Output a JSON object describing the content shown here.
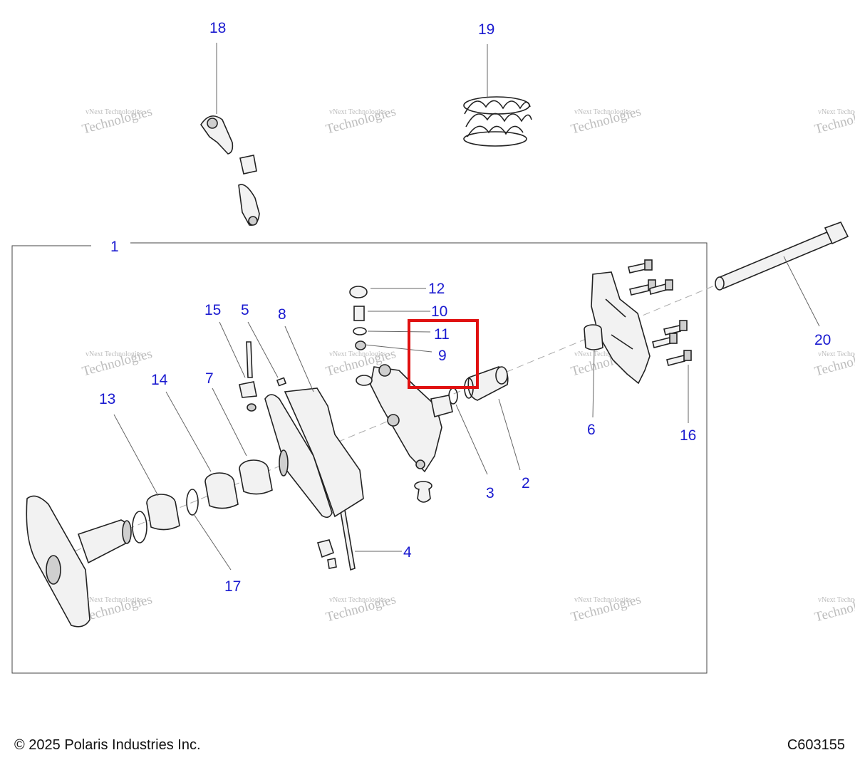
{
  "callouts": {
    "c1": "1",
    "c2": "2",
    "c3": "3",
    "c4": "4",
    "c5": "5",
    "c6": "6",
    "c7": "7",
    "c8": "8",
    "c9": "9",
    "c10": "10",
    "c11": "11",
    "c12": "12",
    "c13": "13",
    "c14": "14",
    "c15": "15",
    "c16": "16",
    "c17": "17",
    "c18": "18",
    "c19": "19",
    "c20": "20"
  },
  "watermark": {
    "line1": "vNext Technologies",
    "line2": "vNext",
    "line3": "Technologies"
  },
  "footer": {
    "copyright": "© 2025 Polaris Industries Inc.",
    "code": "C603155"
  },
  "colors": {
    "callout": "#1a1ad0",
    "highlight": "#e01010",
    "watermark": "#bdbdbd"
  }
}
